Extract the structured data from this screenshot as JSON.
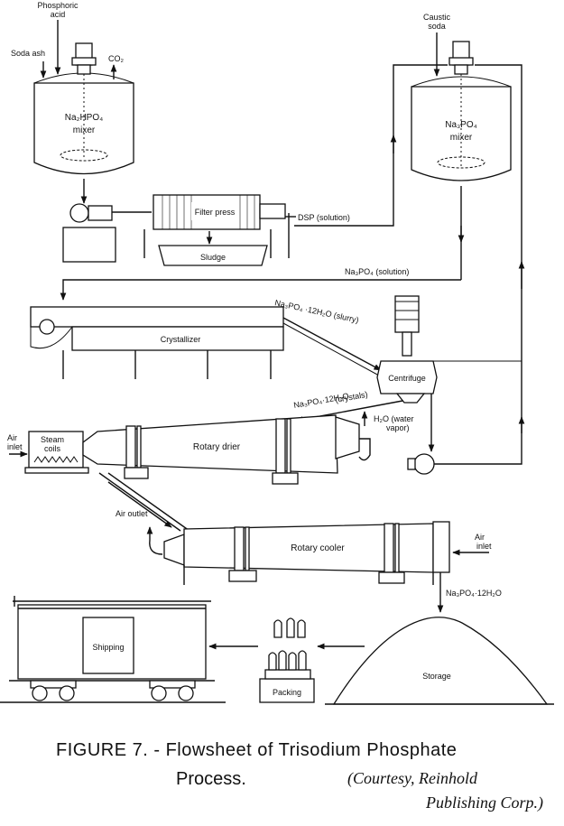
{
  "labels": {
    "phosphoric_acid": [
      "Phosphoric",
      "acid"
    ],
    "soda_ash": "Soda ash",
    "co2": "CO₂",
    "mixer1": [
      "Na₂HPO₄",
      "mixer"
    ],
    "caustic_soda": [
      "Caustic",
      "soda"
    ],
    "mixer2": [
      "Na₃PO₄",
      "mixer"
    ],
    "filter_press": "Filter press",
    "sludge": "Sludge",
    "dsp_solution": "DSP (solution)",
    "na3po4_solution": "Na₃PO₄ (solution)",
    "crystallizer": "Crystallizer",
    "slurry": "Na₃PO₄ ·12H₂O (slurry)",
    "centrifuge": "Centrifuge",
    "crystals": [
      "Na₃PO₄·12H₂O",
      "(crystals)"
    ],
    "steam_coils": [
      "Steam",
      "coils"
    ],
    "air_inlet_left": [
      "Air",
      "inlet"
    ],
    "rotary_drier": "Rotary drier",
    "water_vapor": [
      "H₂O (water",
      "vapor)"
    ],
    "air_outlet": "Air outlet",
    "rotary_cooler": "Rotary cooler",
    "air_inlet_right": [
      "Air",
      "inlet"
    ],
    "product": "Na₃PO₄·12H₂O",
    "shipping": "Shipping",
    "packing": "Packing",
    "storage": "Storage"
  },
  "caption": {
    "main": "FIGURE 7. - Flowsheet of Trisodium Phosphate",
    "process": "Process.",
    "credit_line1": "(Courtesy, Reinhold",
    "credit_line2": "Publishing Corp.)"
  }
}
